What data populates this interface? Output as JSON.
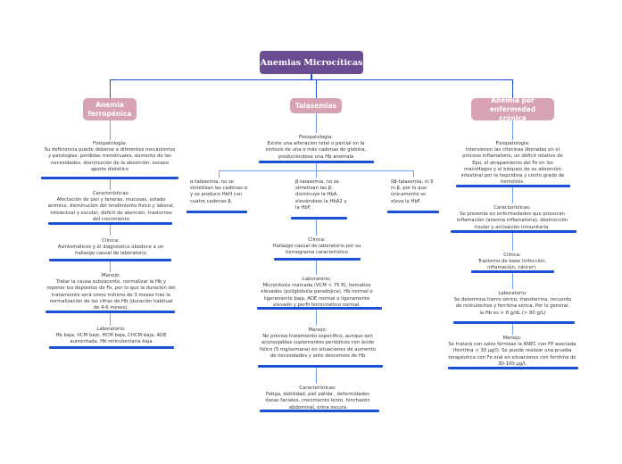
{
  "root": {
    "title": "Anemias Microcíticas"
  },
  "colors": {
    "root": "#6a4c91",
    "topic": "#d7a2b3",
    "bar": "#1a4fd6",
    "connector": "#6f9ef5"
  },
  "branches": [
    {
      "title": "Anemia ferropénica",
      "nodes": [
        {
          "heading": "Fisiopatología:",
          "text": "Su deficiencia puede deberse a diferentes mecanismos y patologías: pérdidas menstruales, aumento de las necesidades, disminución de la absorción, escaso aporte dietético"
        },
        {
          "heading": "Características:",
          "text": "Afectación de piel y faneras, mucosas, estado anímico, disminución del rendimiento físico y laboral, intelectual y escolar, déficit de atención, trastornos del crecimiento"
        },
        {
          "heading": "Clínica:",
          "text": "Asintomáticos y el diagnóstico obedece a un hallazgo casual de laboratorio"
        },
        {
          "heading": "Manejo:",
          "text": "Tratar la causa subyacente, normalizar la Hb y reponer los depósitos de Fe, por lo que la duración del tratamiento será como mínimo de 3 meses tras la normalización de las cifras de Hb (duración habitual de 4-6 meses)."
        },
        {
          "heading": "Laboratorio:",
          "text": "Hb baja; VCM bajo, HCM baja, CHCM baja, ADE aumentada, Hb reticulocitaria baja"
        }
      ]
    },
    {
      "title": "Talasemias",
      "nodes": [
        {
          "heading": "Fisiopatología:",
          "text": "Existe una alteración total o parcial en la síntesis de una o más cadenas de globina, produciéndose una Hb anómala"
        },
        {
          "heading": "Clínica:",
          "text": "Hallazgo casual de laboratorio por su hemograma característico"
        },
        {
          "heading": "Laboratorio:",
          "text": "Microcitosis marcada (VCM < 75 fl), hematíes elevados (poliglobulia paradójica), Hb normal o ligeramente baja, ADE normal o ligeramente elevado y perfil ferrocinético normal."
        },
        {
          "heading": "Manejo:",
          "text": "No precisa tratamiento específico, aunque son aconsejables suplementos periódicos con ácido fólico (5 mg/semana) en situaciones de aumento de necesidades y ante descensos de Hb"
        },
        {
          "heading": "Características:",
          "text": "Fatiga, debilidad, piel pálida , deformidades óseas faciales, crecimiento lento, hinchazón abdominal, orina oscura"
        }
      ],
      "types": [
        "α-talasemia, no se sintetizan las cadenas α y se produce HbH con cuatro cadenas β.",
        "β-talasemia, no se sintetizan las β; disminuye la HbA, elevándose la HbA2 y la HbF.",
        "δβ-talasemia, ni δ ni β, por lo que únicamente se eleva la HbF."
      ]
    },
    {
      "title": "Anemia por enfermedad crónica",
      "nodes": [
        {
          "heading": "Fisiopatología:",
          "text": "Intervienen las citocinas liberadas en el proceso inflamatorio, un déficit relativo de Epo, el atrapamiento del Fe en los macrófagos y el bloqueo de su absorción intestinal por la hepcidina y cierto grado de hemólisis."
        },
        {
          "heading": "Características:",
          "text": "Se presenta en enfermedades que provocan inflamación (anemia inflamatoria), destrucción tisular y activación inmunitaria."
        },
        {
          "heading": "Clínica:",
          "text": "Trastorno de base (infección, inflamación, cáncer)."
        },
        {
          "heading": "Laboratorio:",
          "text": "Se determina hierro sérico, transferrina, recuento de reticulocitos y ferritina sérica. Por lo general, la Hb es > 8 g/dL (> 80 g/L)"
        },
        {
          "heading": "Manejo:",
          "text": "Se tratará con sales ferrosas la ANEC con FP asociada (ferritina < 30 µg/l). Se puede realizar una prueba terapéutica con Fe oral en situaciones con ferritina de 30-100 µg/l."
        }
      ]
    }
  ]
}
